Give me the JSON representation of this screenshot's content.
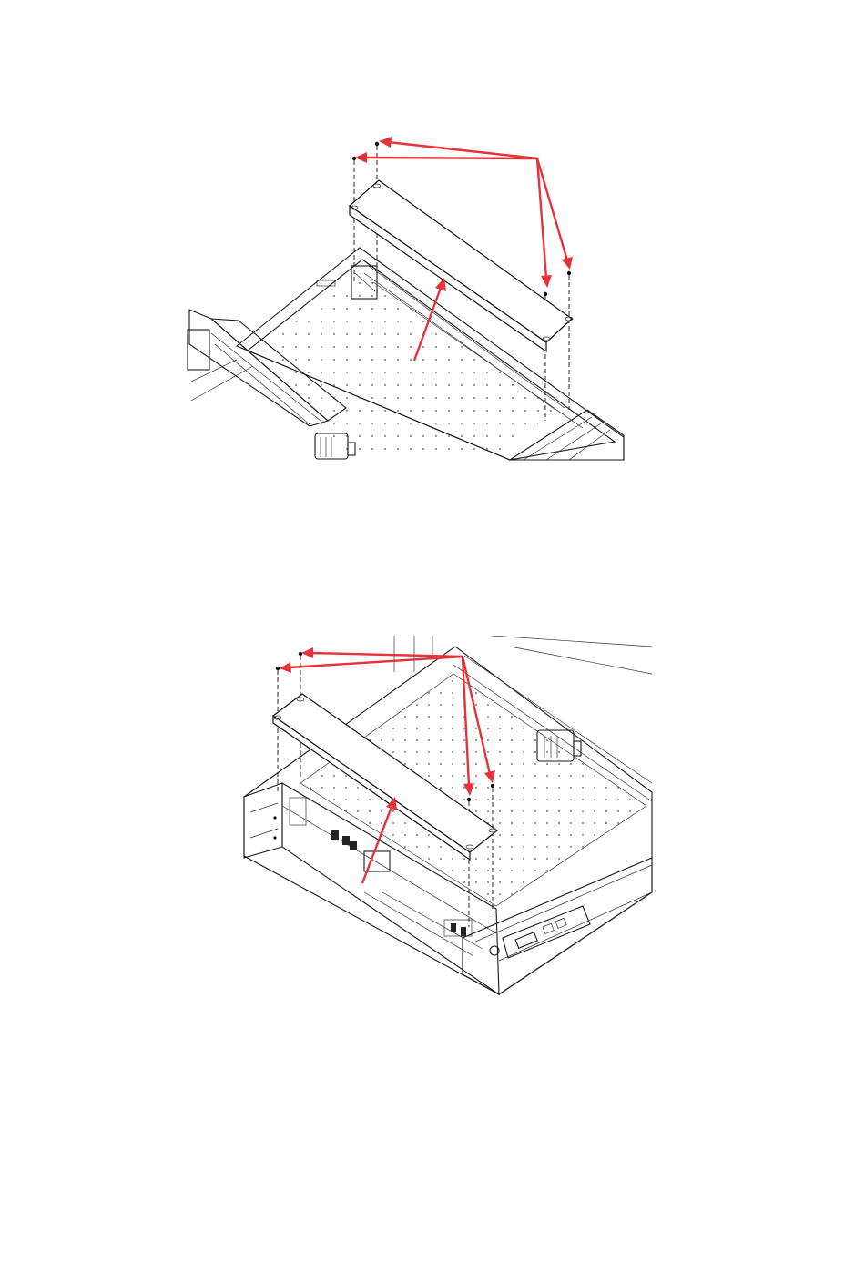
{
  "figures": [
    {
      "id": "top",
      "label": "",
      "callouts": {
        "screws": 4,
        "cover": 1
      }
    },
    {
      "id": "bottom",
      "label": "",
      "callouts": {
        "screws": 4,
        "cover": 1
      }
    }
  ],
  "colors": {
    "callout": "#e8323a",
    "linework": "#1a1a1a",
    "background": "#ffffff"
  },
  "icons": [
    "screw",
    "plotter-head",
    "control-panel"
  ]
}
